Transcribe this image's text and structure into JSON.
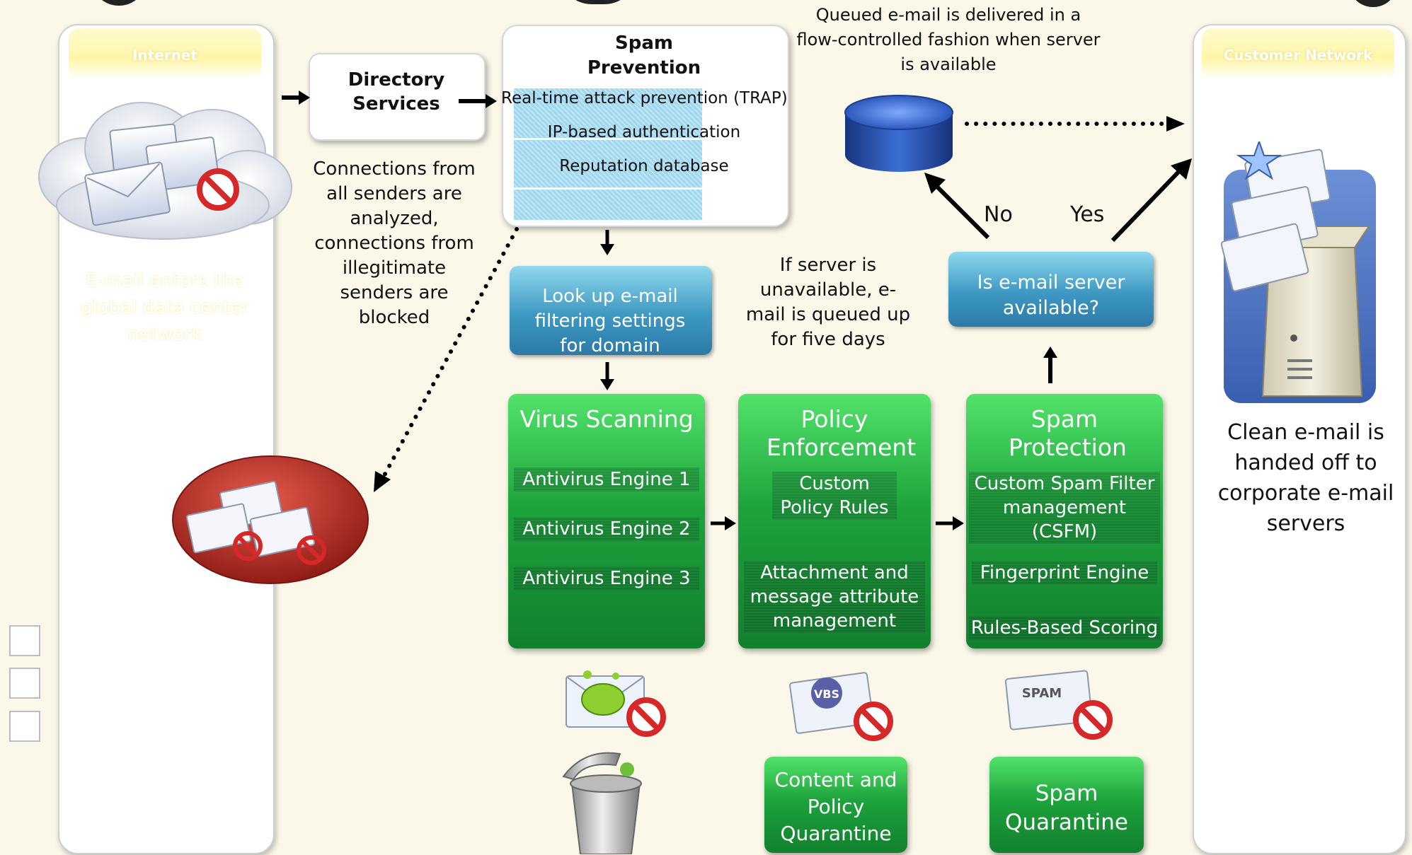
{
  "diagram": {
    "left_panel": {
      "tab_label": "Internet",
      "description": "E-mail enters the global data center network"
    },
    "right_panel": {
      "tab_label": "Customer Network",
      "description": "Clean e-mail is handed off to corporate e-mail servers"
    },
    "directory_services": "Directory Services",
    "spam_prevention": {
      "title": "Spam Prevention",
      "items": [
        "Real-time attack prevention (TRAP)",
        "IP-based authentication",
        "Reputation database"
      ]
    },
    "connections_note": "Connections from all senders are analyzed, connections from illegitimate senders are blocked",
    "lookup": "Look up e-mail filtering settings for domain",
    "queued_note": "Queued e-mail is delivered in a flow-controlled fashion when server is available",
    "server_available": "Is e-mail server available?",
    "label_no": "No",
    "label_yes": "Yes",
    "unavailable_note": "If server is unavailable, e-mail is queued up for five days",
    "virus_scanning": {
      "title": "Virus Scanning",
      "items": [
        "Antivirus Engine 1",
        "Antivirus Engine 2",
        "Antivirus Engine 3"
      ]
    },
    "policy_enforcement": {
      "title": "Policy Enforcement",
      "items": [
        "Custom Policy Rules",
        "Attachment and message attribute management"
      ]
    },
    "spam_protection": {
      "title": "Spam Protection",
      "items": [
        "Custom Spam Filter management (CSFM)",
        "Fingerprint Engine",
        "Rules-Based Scoring"
      ]
    },
    "content_quarantine": "Content and Policy Quarantine",
    "spam_quarantine": "Spam Quarantine",
    "icon_labels": {
      "spam_envelope": "SPAM",
      "vbs_envelope": "VBS"
    }
  },
  "colors": {
    "green": "#1da33c",
    "blue": "#3d98c2",
    "background": "#fbf8ea",
    "block_red": "#c0302a"
  }
}
